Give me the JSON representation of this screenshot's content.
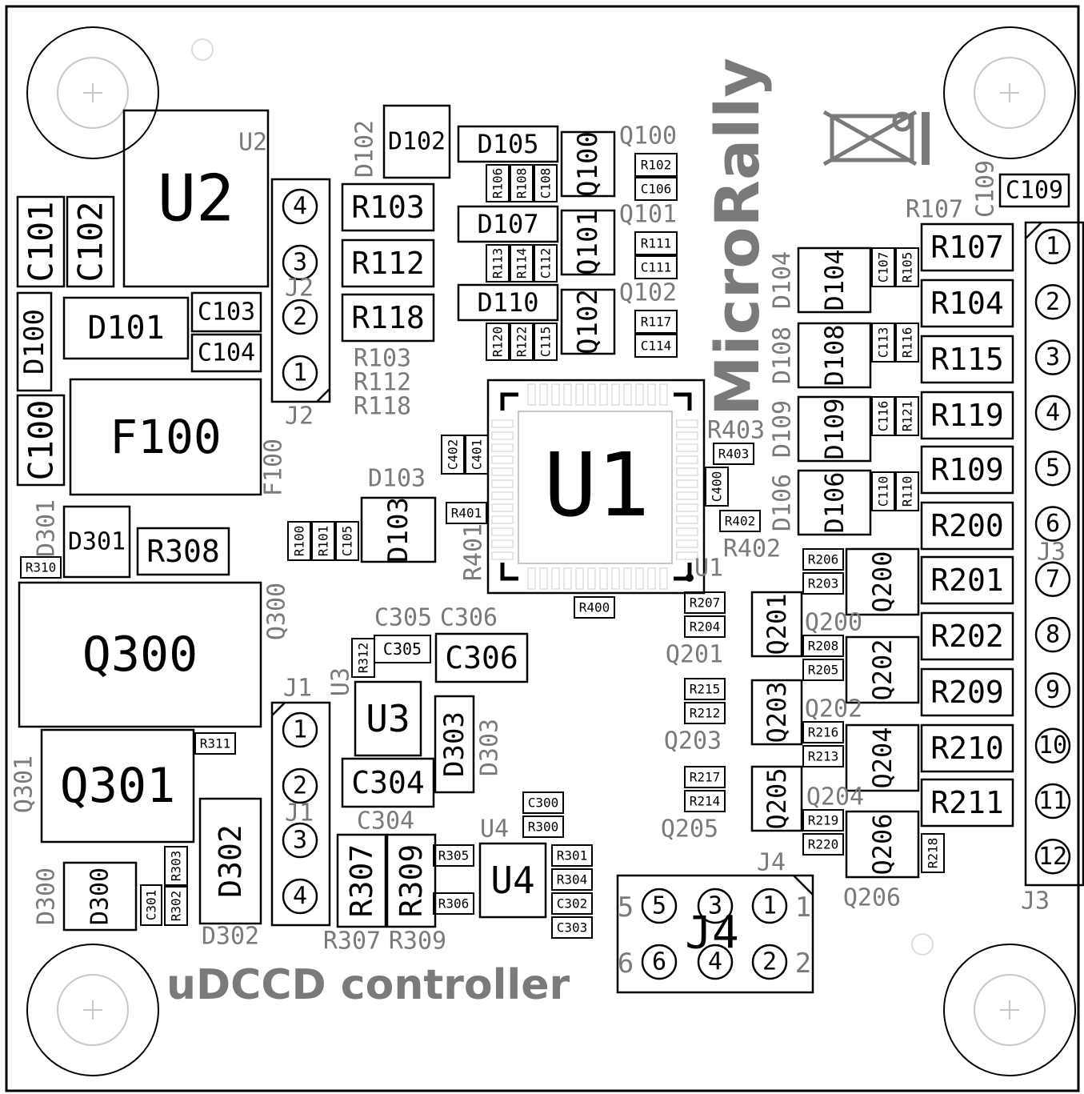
{
  "board": {
    "title": "uDCCD controller",
    "brand": "MicroRally",
    "colors": {
      "ink": "#000000",
      "silk": "#7a7a7a",
      "light": "#c8c8c8",
      "bg": "#ffffff"
    }
  },
  "parts": [
    {
      "ref": "U2",
      "body": "U2",
      "label": "U2"
    },
    {
      "ref": "U1",
      "body": "U1",
      "label": "U1"
    },
    {
      "ref": "U3",
      "body": "U3",
      "label": "U3"
    },
    {
      "ref": "U4",
      "body": "U4",
      "label": "U4"
    },
    {
      "ref": "F100",
      "body": "F100",
      "label": "F100"
    },
    {
      "ref": "Q300",
      "body": "Q300",
      "label": "Q300"
    },
    {
      "ref": "Q301",
      "body": "Q301",
      "label": "Q301"
    },
    {
      "ref": "C101",
      "body": "C101"
    },
    {
      "ref": "C102",
      "body": "C102"
    },
    {
      "ref": "C100",
      "body": "C100"
    },
    {
      "ref": "D100",
      "body": "D100"
    },
    {
      "ref": "D101",
      "body": "D101"
    },
    {
      "ref": "C103",
      "body": "C103"
    },
    {
      "ref": "C104",
      "body": "C104"
    },
    {
      "ref": "D102",
      "body": "D102",
      "label": "D102"
    },
    {
      "ref": "D105",
      "body": "D105"
    },
    {
      "ref": "D107",
      "body": "D107"
    },
    {
      "ref": "D110",
      "body": "D110"
    },
    {
      "ref": "R103",
      "body": "R103"
    },
    {
      "ref": "R112",
      "body": "R112"
    },
    {
      "ref": "R118",
      "body": "R118"
    },
    {
      "ref": "Q100",
      "body": "Q100",
      "label": "Q100"
    },
    {
      "ref": "Q101",
      "body": "Q101",
      "label": "Q101"
    },
    {
      "ref": "Q102",
      "body": "Q102",
      "label": "Q102"
    },
    {
      "ref": "D301",
      "body": "D301",
      "label": "D301"
    },
    {
      "ref": "R308",
      "body": "R308"
    },
    {
      "ref": "R310",
      "body": "R310"
    },
    {
      "ref": "R311",
      "body": "R311"
    },
    {
      "ref": "D103",
      "body": "D103",
      "label": "D103"
    },
    {
      "ref": "C305",
      "body": "C305",
      "label": "C305"
    },
    {
      "ref": "C306",
      "body": "C306",
      "label": "C306"
    },
    {
      "ref": "R312",
      "body": "R312"
    },
    {
      "ref": "D303",
      "body": "D303",
      "label": "D303"
    },
    {
      "ref": "C304",
      "body": "C304",
      "label": "C304"
    },
    {
      "ref": "R307",
      "body": "R307",
      "label": "R307"
    },
    {
      "ref": "R309",
      "body": "R309",
      "label": "R309"
    },
    {
      "ref": "D302",
      "body": "D302",
      "label": "D302"
    },
    {
      "ref": "D300",
      "body": "D300",
      "label": "D300"
    },
    {
      "ref": "C109",
      "body": "C109",
      "label": "C109"
    },
    {
      "ref": "R107",
      "body": "R107",
      "label": "R107"
    },
    {
      "ref": "R104",
      "body": "R104"
    },
    {
      "ref": "R115",
      "body": "R115"
    },
    {
      "ref": "R119",
      "body": "R119"
    },
    {
      "ref": "R109",
      "body": "R109"
    },
    {
      "ref": "R200",
      "body": "R200"
    },
    {
      "ref": "R201",
      "body": "R201"
    },
    {
      "ref": "R202",
      "body": "R202"
    },
    {
      "ref": "R209",
      "body": "R209"
    },
    {
      "ref": "R210",
      "body": "R210"
    },
    {
      "ref": "R211",
      "body": "R211"
    },
    {
      "ref": "D104",
      "body": "D104",
      "label": "D104"
    },
    {
      "ref": "D108",
      "body": "D108",
      "label": "D108"
    },
    {
      "ref": "D109",
      "body": "D109",
      "label": "D109"
    },
    {
      "ref": "D106",
      "body": "D106",
      "label": "D106"
    },
    {
      "ref": "Q200",
      "body": "Q200",
      "label": "Q200"
    },
    {
      "ref": "Q201",
      "body": "Q201",
      "label": "Q201"
    },
    {
      "ref": "Q202",
      "body": "Q202",
      "label": "Q202"
    },
    {
      "ref": "Q203",
      "body": "Q203",
      "label": "Q203"
    },
    {
      "ref": "Q204",
      "body": "Q204",
      "label": "Q204"
    },
    {
      "ref": "Q205",
      "body": "Q205",
      "label": "Q205"
    },
    {
      "ref": "Q206",
      "body": "Q206",
      "label": "Q206"
    },
    {
      "ref": "R401",
      "body": "R401",
      "label": "R401"
    },
    {
      "ref": "R402",
      "body": "R402",
      "label": "R402"
    },
    {
      "ref": "R403",
      "body": "R403",
      "label": "R403"
    }
  ],
  "small_parts": [
    "R106",
    "R108",
    "C108",
    "R113",
    "R114",
    "C112",
    "R120",
    "R122",
    "C115",
    "R102",
    "C106",
    "R111",
    "C111",
    "R117",
    "C114",
    "C107",
    "R105",
    "C113",
    "R116",
    "C116",
    "R121",
    "C110",
    "R110",
    "R100",
    "R101",
    "C105",
    "C402",
    "C401",
    "C400",
    "R400",
    "R206",
    "R203",
    "R207",
    "R204",
    "R208",
    "R205",
    "R215",
    "R212",
    "R216",
    "R213",
    "R217",
    "R214",
    "R219",
    "R220",
    "R218",
    "C300",
    "R300",
    "R305",
    "R306",
    "R301",
    "R304",
    "C302",
    "C303",
    "C301",
    "R303",
    "R302"
  ],
  "resistor_group_label": [
    "R103",
    "R112",
    "R118"
  ],
  "connectors": {
    "J1": {
      "label": "J1",
      "pins": [
        "1",
        "2",
        "3",
        "4"
      ]
    },
    "J2": {
      "label": "J2",
      "pins": [
        "4",
        "3",
        "2",
        "1"
      ]
    },
    "J3": {
      "label": "J3",
      "pins": [
        "1",
        "2",
        "3",
        "4",
        "5",
        "6",
        "7",
        "8",
        "9",
        "10",
        "11",
        "12"
      ]
    },
    "J4": {
      "label": "J4",
      "pins": [
        "5",
        "3",
        "1",
        "6",
        "4",
        "2"
      ],
      "side_numbers": [
        "5",
        "1",
        "6",
        "2"
      ]
    }
  },
  "mounting_holes": [
    {
      "name": "hole-top-left"
    },
    {
      "name": "hole-top-right"
    },
    {
      "name": "hole-bottom-left"
    },
    {
      "name": "hole-bottom-right"
    }
  ]
}
